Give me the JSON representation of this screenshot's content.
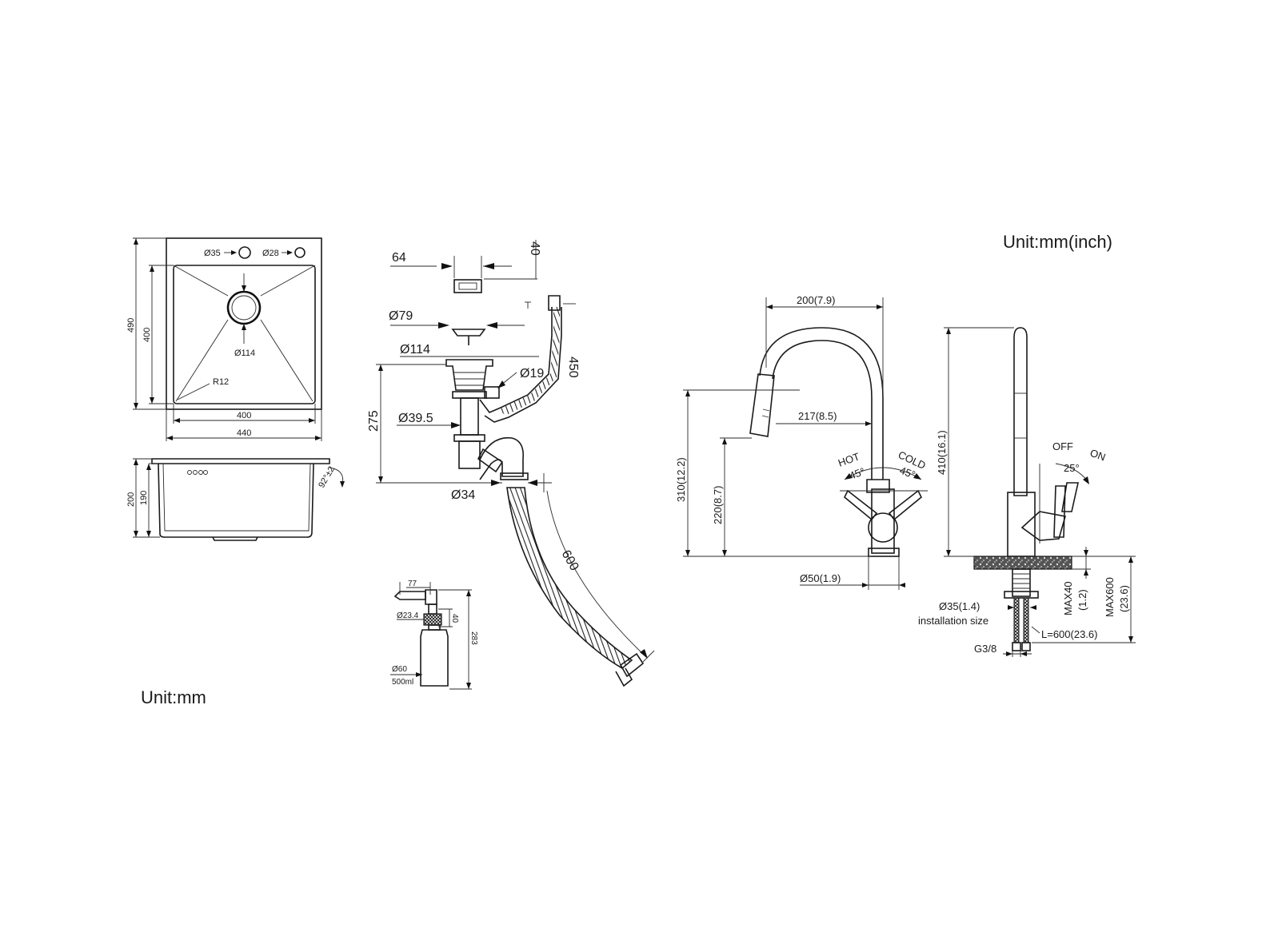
{
  "units": {
    "left": "Unit:mm",
    "right": "Unit:mm(inch)"
  },
  "sink": {
    "hole_a": "Ø35",
    "hole_b": "Ø28",
    "drain": "Ø114",
    "radius": "R12",
    "inner_width": "400",
    "outer_width": "440",
    "inner_length": "400",
    "outer_length": "490",
    "depth_outer": "200",
    "depth_inner": "190",
    "angle": "92°±2"
  },
  "drain_kit": {
    "overflow_width": "64",
    "overflow_height": "40",
    "strainer": "Ø79",
    "basket": "Ø114",
    "overflow_pipe": "Ø19",
    "pipe": "Ø39.5",
    "height": "275",
    "outlet": "Ø34",
    "overflow_hose": "450",
    "hose": "600"
  },
  "dispenser": {
    "spout": "77",
    "thread": "Ø23.4",
    "neck": "40",
    "bottle": "Ø60",
    "volume": "500ml",
    "height": "283"
  },
  "faucet_front": {
    "width": "200(7.9)",
    "reach": "217(8.5)",
    "height": "310(12.2)",
    "spout_height": "220(8.7)",
    "base": "Ø50(1.9)",
    "hot": "HOT",
    "cold": "COLD",
    "hot_angle": "45°",
    "cold_angle": "45°"
  },
  "faucet_side": {
    "height": "410(16.1)",
    "off": "OFF",
    "on": "ON",
    "angle": "25°",
    "max_thick": "MAX40",
    "max_thick_in": "(1.2)",
    "max_len": "MAX600",
    "max_len_in": "(23.6)",
    "hole": "Ø35(1.4)",
    "hole_note": "installation size",
    "hose_len": "L=600(23.6)",
    "thread": "G3/8"
  }
}
